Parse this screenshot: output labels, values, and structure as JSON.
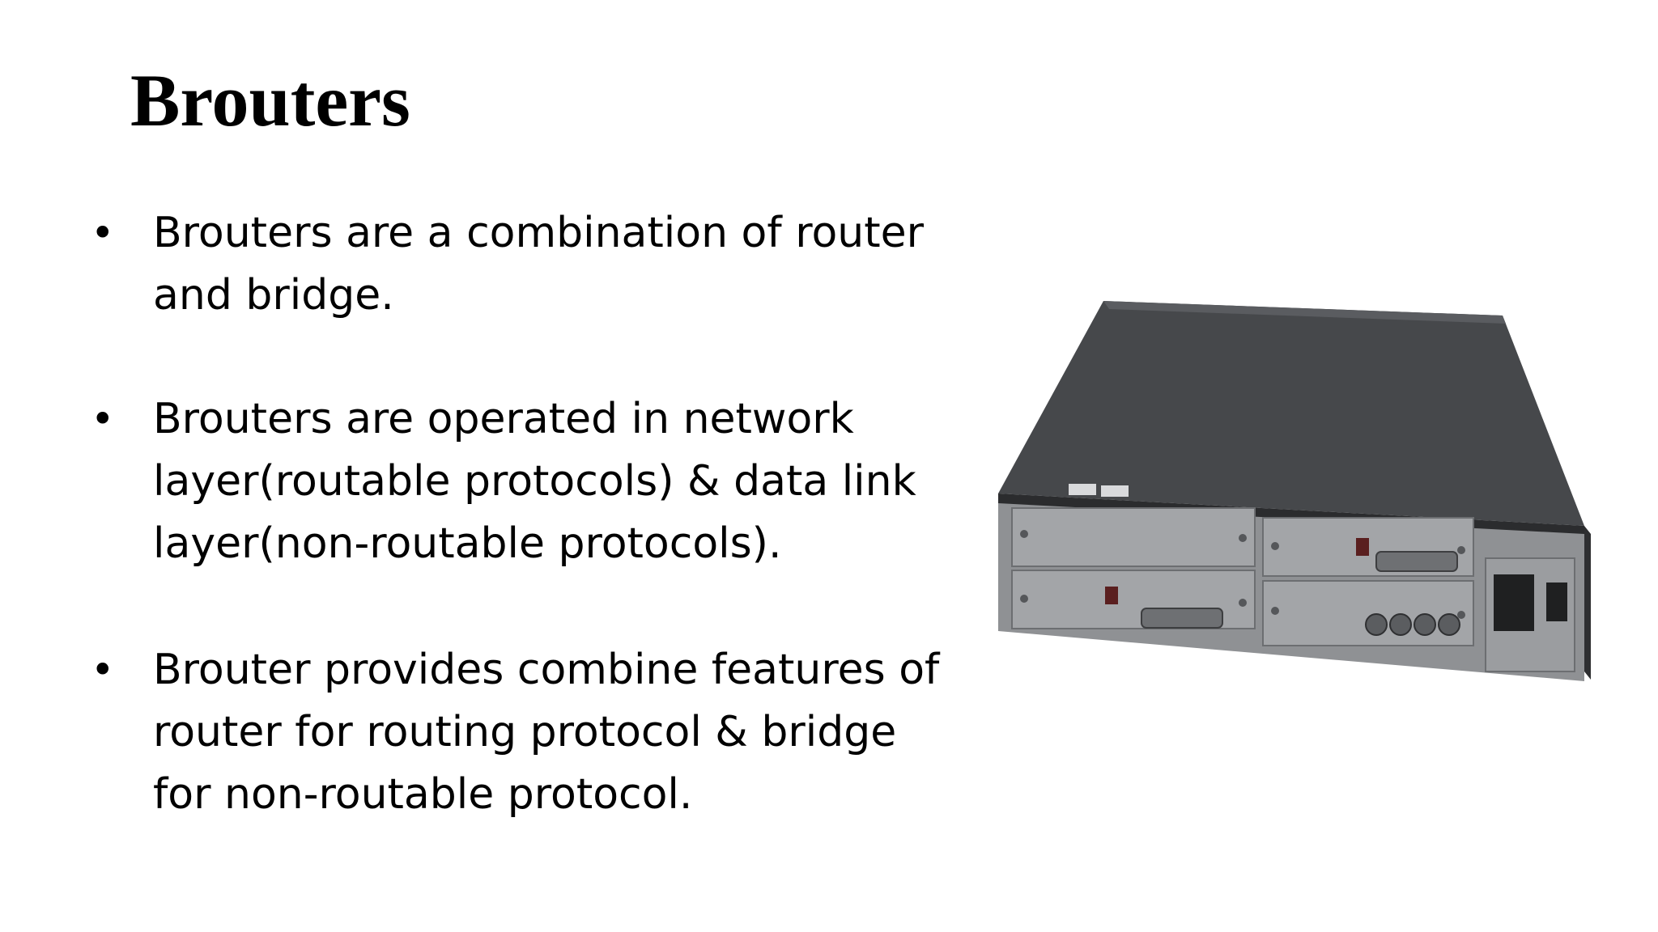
{
  "slide": {
    "title": "Brouters",
    "bullets": [
      {
        "marker": "•",
        "lines": [
          "Brouters are a combination of router",
          "and bridge."
        ]
      },
      {
        "marker": "•",
        "lines": [
          "Brouters are operated in network",
          "layer(routable protocols) & data link",
          "layer(non-routable protocols)."
        ]
      },
      {
        "marker": "•",
        "lines": [
          "Brouter provides combine features of",
          "router for routing protocol & bridge",
          "for non-routable protocol."
        ]
      }
    ]
  },
  "image": {
    "icon": "brouter-device-image"
  }
}
